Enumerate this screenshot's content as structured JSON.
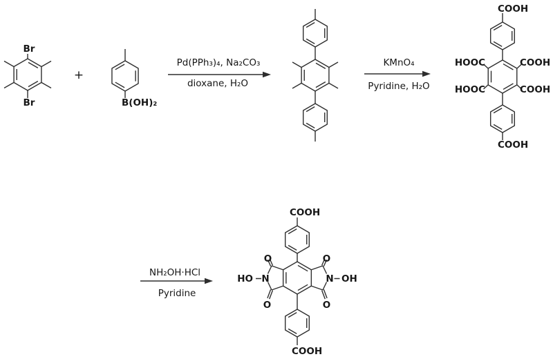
{
  "scheme": {
    "plus": "+",
    "step1": {
      "reagents_above": "Pd(PPh₃)₄, Na₂CO₃",
      "conditions_below": "dioxane, H₂O"
    },
    "step2": {
      "reagents_above": "KMnO₄",
      "conditions_below": "Pyridine, H₂O"
    },
    "step3": {
      "reagents_above": "NH₂OH·HCl",
      "conditions_below": "Pyridine"
    },
    "molecule1": {
      "label_top": "Br",
      "label_bottom": "Br"
    },
    "molecule2": {
      "label_bottom": "B(OH)₂"
    },
    "molecule4": {
      "label_top": "COOH",
      "label_upper_left": "HOOC",
      "label_upper_right": "COOH",
      "label_lower_left": "HOOC",
      "label_lower_right": "COOH",
      "label_bottom": "COOH"
    },
    "molecule5": {
      "label_top": "COOH",
      "label_bottom": "COOH",
      "o": "O",
      "ho": "HO",
      "n": "N",
      "oh": "OH"
    }
  }
}
